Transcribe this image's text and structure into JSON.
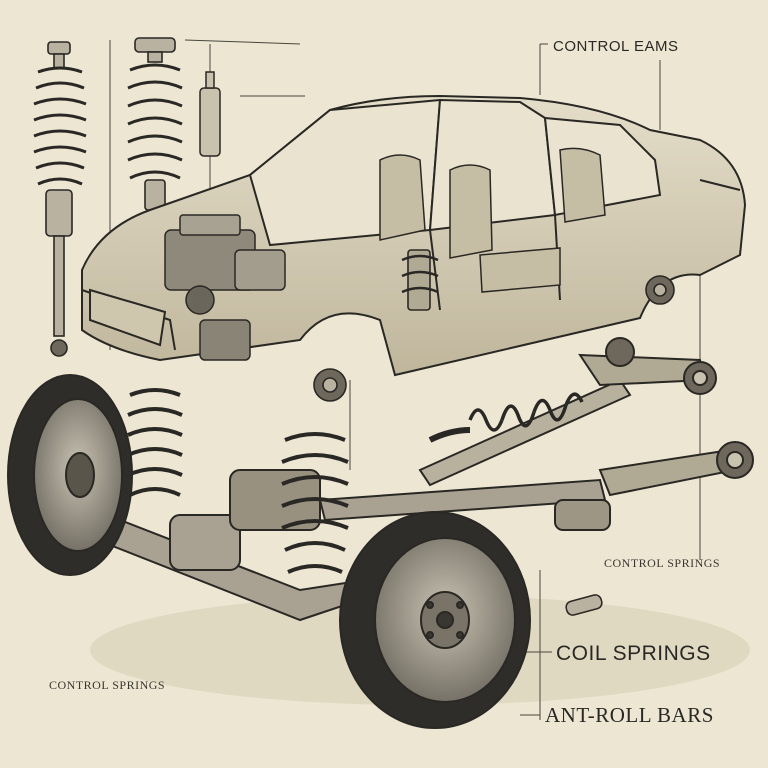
{
  "labels": {
    "control_beams": "CONTROL EAMS",
    "control_springs_right": "CONTROL SPRINGS",
    "coil_springs": "COIL SPRINGS",
    "control_springs_left": "CONTROL SPRINGS",
    "anti_roll_bars": "ANT-ROLL BARS"
  },
  "colors": {
    "paper": "#ece6d3",
    "ink": "#2a2824",
    "body_fill": "#d9d1b8",
    "tire": "#2f2d2a",
    "metal": "#9c968a"
  }
}
